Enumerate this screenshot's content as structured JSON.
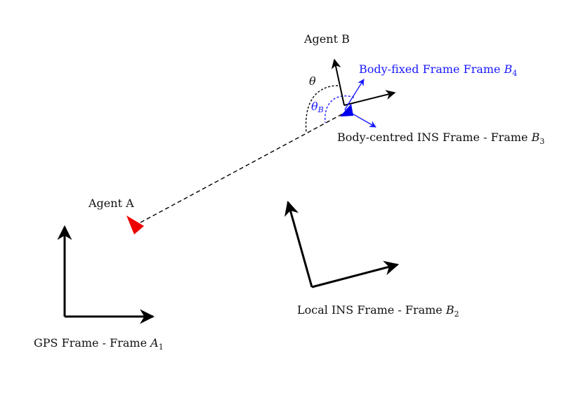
{
  "agents": {
    "a": {
      "label": "Agent A",
      "color": "#ee0000"
    },
    "b": {
      "label": "Agent B",
      "color": "#0000ee"
    }
  },
  "frames": {
    "gps": {
      "prefix": "GPS Frame - Frame ",
      "symbol": "A",
      "subscript": "1"
    },
    "local_ins": {
      "prefix": "Local INS Frame - Frame ",
      "symbol": "B",
      "subscript": "2"
    },
    "body_centred": {
      "prefix": "Body-centred INS Frame - Frame ",
      "symbol": "B",
      "subscript": "3"
    },
    "body_fixed": {
      "prefix": "Body-fixed Frame Frame ",
      "symbol": "B",
      "subscript": "4",
      "color": "#1a1aff"
    }
  },
  "angles": {
    "theta": {
      "symbol": "θ"
    },
    "theta_b": {
      "symbol": "θ",
      "subscript": "B"
    }
  }
}
